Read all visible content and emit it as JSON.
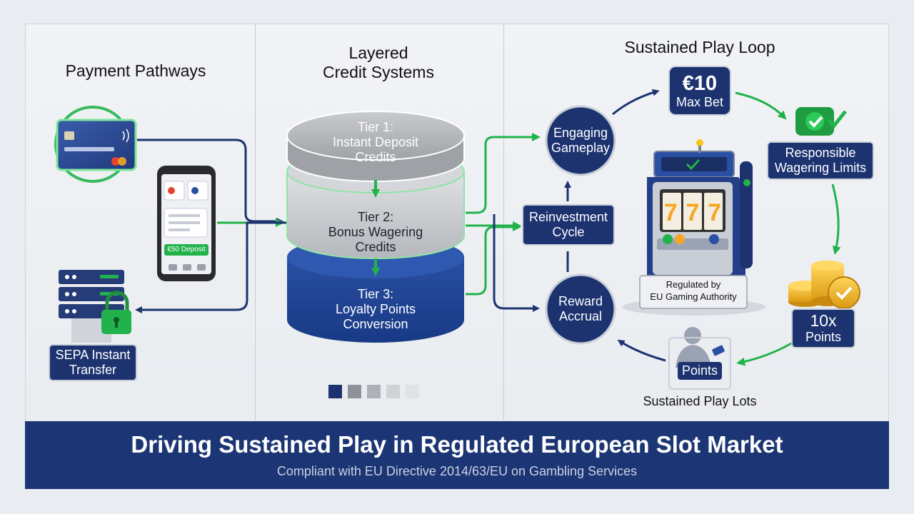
{
  "headings": {
    "payment": "Payment Pathways",
    "credit_line1": "Layered",
    "credit_line2": "Credit Systems",
    "loop": "Sustained Play Loop"
  },
  "payment": {
    "phone_badge": "€50 Deposit",
    "sepa_line1": "SEPA Instant",
    "sepa_line2": "Transfer"
  },
  "tiers": [
    {
      "line1": "Tier 1:",
      "line2": "Instant Deposit",
      "line3": "Credits"
    },
    {
      "line1": "Tier 2:",
      "line2": "Bonus Wagering",
      "line3": "Credits"
    },
    {
      "line1": "Tier 3:",
      "line2": "Loyalty Points",
      "line3": "Conversion"
    }
  ],
  "loop": {
    "engaging_line1": "Engaging",
    "engaging_line2": "Gameplay",
    "reinvest_line1": "Reinvestment",
    "reinvest_line2": "Cycle",
    "reward_line1": "Reward",
    "reward_line2": "Accrual",
    "maxbet_value": "€10",
    "maxbet_label": "Max Bet",
    "responsible_line1": "Responsible",
    "responsible_line2": "Wagering Limits",
    "points_value": "10x",
    "points_label": "Points",
    "points_person": "Points",
    "sustained_lots": "Sustained Play Lots",
    "regulated_line1": "Regulated by",
    "regulated_line2": "EU Gaming Authority",
    "reels": [
      "7",
      "7",
      "7"
    ]
  },
  "footer": {
    "title": "Driving Sustained Play in Regulated European Slot Market",
    "subtitle": "Compliant with EU Directive 2014/63/EU on Gambling Services"
  },
  "colors": {
    "navy": "#1c3370",
    "green": "#22b24c",
    "grey": "#9a9da1"
  }
}
